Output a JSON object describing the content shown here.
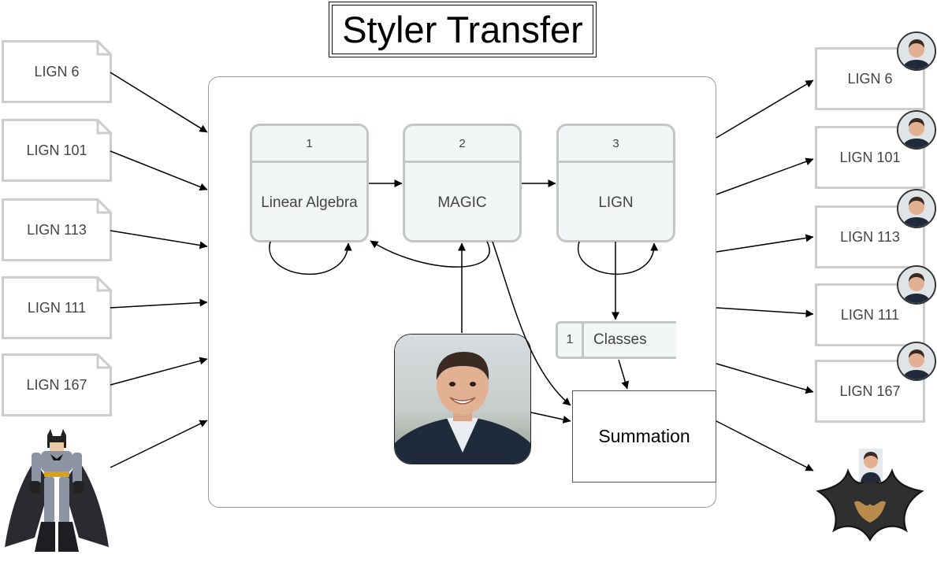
{
  "title": "Styler Transfer",
  "inputs": [
    "LIGN 6",
    "LIGN 101",
    "LIGN 113",
    "LIGN 111",
    "LIGN 167"
  ],
  "outputs": [
    "LIGN 6",
    "LIGN 101",
    "LIGN 113",
    "LIGN 111",
    "LIGN 167"
  ],
  "steps": [
    {
      "number": "1",
      "label": "Linear Algebra"
    },
    {
      "number": "2",
      "label": "MAGIC"
    },
    {
      "number": "3",
      "label": "LIGN"
    }
  ],
  "classes": {
    "number": "1",
    "label": "Classes"
  },
  "summation": "Summation",
  "colors": {
    "box_fill": "#f2f6f6",
    "box_border": "#c3c6c6",
    "panel_border": "#9a9a9a",
    "arrow": "#000000"
  }
}
